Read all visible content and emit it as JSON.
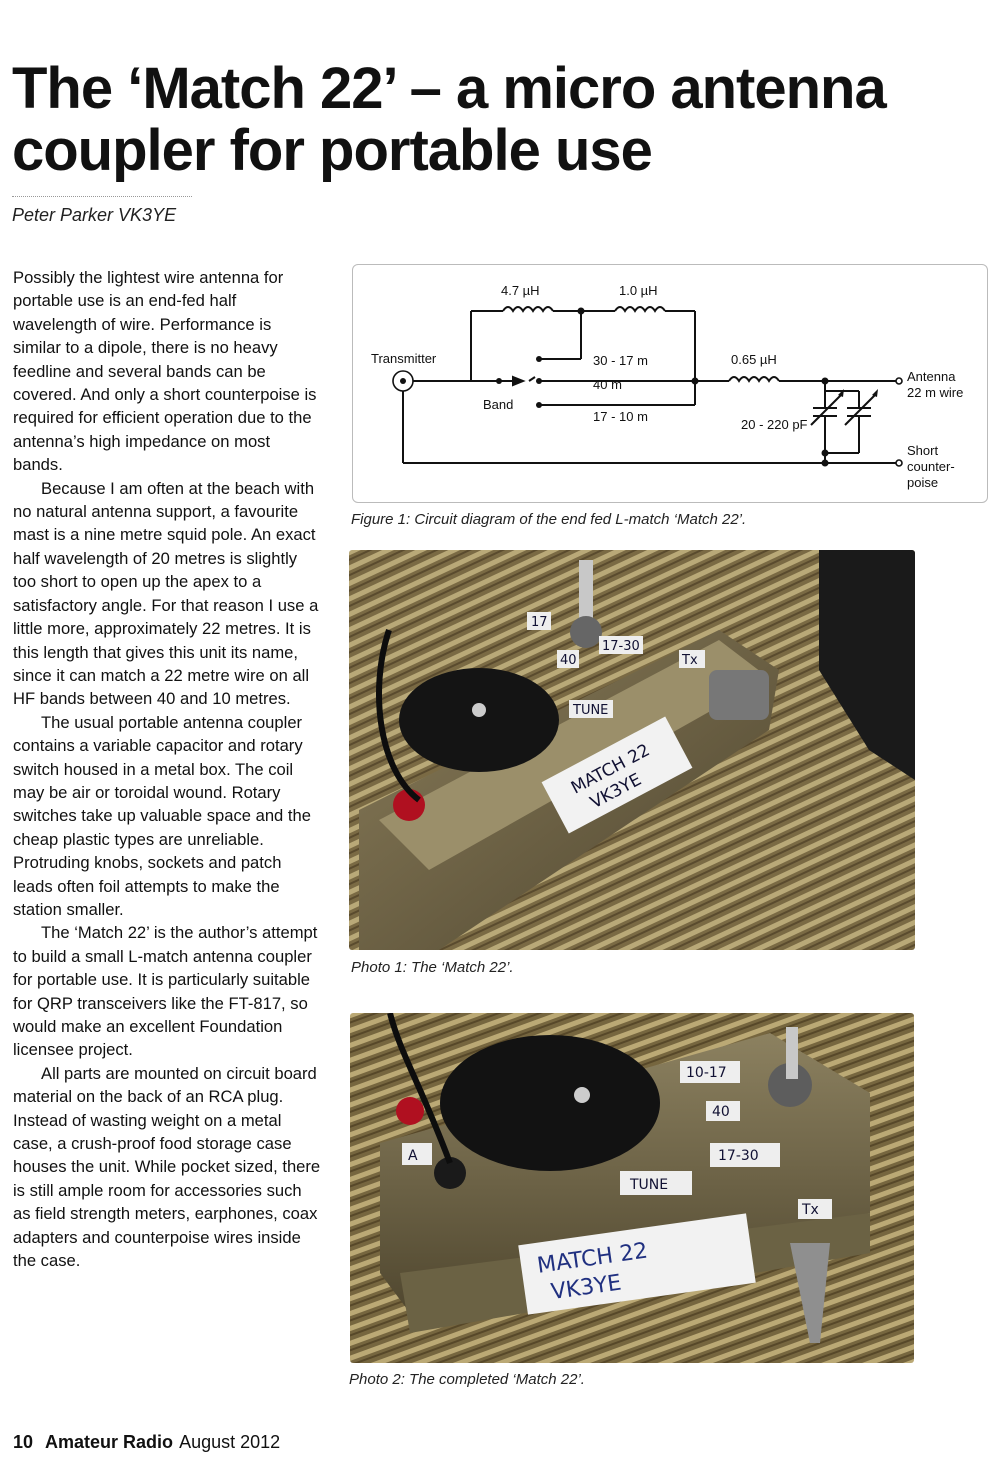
{
  "article": {
    "title_line1": "The ‘Match 22’ – a micro antenna",
    "title_line2": "coupler for portable use",
    "author": "Peter Parker VK3YE",
    "paragraphs": [
      "Possibly the lightest wire antenna for portable use is an end-fed half wavelength of wire. Performance is similar to a dipole, there is no heavy feedline and several bands can be covered. And only a short counterpoise is required for efficient operation due to the antenna’s high impedance on most bands.",
      "Because I am often at the beach with no natural antenna support, a favourite mast is a nine metre squid pole. An exact half wavelength of 20 metres is slightly too short to open up the apex to a satisfactory angle. For that reason I use a little more, approximately 22 metres. It is this length that gives this unit its name, since it can match a 22 metre wire on all HF bands between 40 and 10 metres.",
      "The usual portable antenna coupler contains a variable capacitor and rotary switch housed in a metal box. The coil may be air or toroidal wound. Rotary switches take up valuable space and the cheap plastic types are unreliable. Protruding knobs, sockets and patch leads often foil attempts to make the station smaller.",
      "The ‘Match 22’ is the author’s attempt to build a small L-match antenna coupler for portable use. It is particularly suitable for QRP transceivers like the FT-817, so would make an excellent Foundation licensee project.",
      "All parts are mounted on circuit board material on the back of an RCA plug. Instead of wasting weight on a metal case, a crush-proof food storage case houses the unit. While pocket sized, there is still ample room for accessories such as field strength meters, earphones, coax adapters and counterpoise wires inside the case."
    ]
  },
  "figure1": {
    "labels": {
      "l1": "4.7 µH",
      "l2": "1.0 µH",
      "l3": "0.65 µH",
      "transmitter": "Transmitter",
      "band": "Band",
      "sw1": "30 - 17 m",
      "sw2": "40 m",
      "sw3": "17 - 10 m",
      "cap": "20 - 220 pF",
      "ant1": "Antenna",
      "ant2": "22 m wire",
      "cp1": "Short",
      "cp2": "counter-",
      "cp3": "poise"
    },
    "caption": "Figure 1: Circuit diagram of the end fed L-match ‘Match 22’."
  },
  "photo1": {
    "caption": "Photo 1: The ‘Match 22’.",
    "labels": [
      "17",
      "40",
      "17-30",
      "TUNE",
      "Tx",
      "MATCH 22",
      "VK3YE"
    ]
  },
  "photo2": {
    "caption": "Photo 2: The completed ‘Match 22’.",
    "labels": [
      "10-17",
      "40",
      "17-30",
      "TUNE",
      "Tx",
      "MATCH 22",
      "VK3YE",
      "A"
    ]
  },
  "footer": {
    "page": "10",
    "magazine": "Amateur Radio",
    "issue": "August 2012"
  }
}
